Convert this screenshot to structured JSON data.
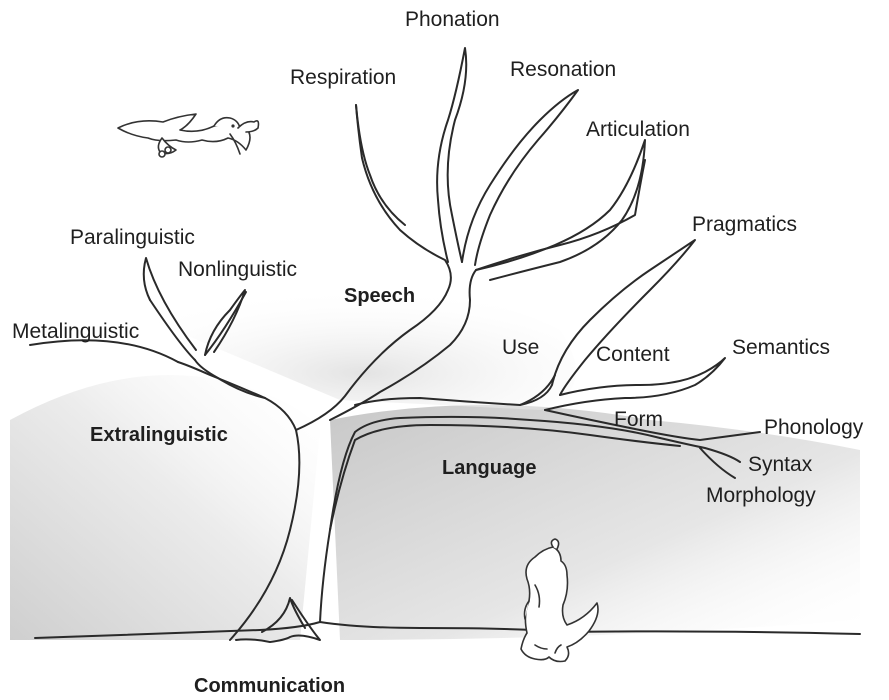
{
  "diagram": {
    "labels": {
      "communication": "Communication",
      "extralinguistic": "Extralinguistic",
      "speech": "Speech",
      "language": "Language",
      "paralinguistic": "Paralinguistic",
      "nonlinguistic": "Nonlinguistic",
      "metalinguistic": "Metalinguistic",
      "respiration": "Respiration",
      "phonation": "Phonation",
      "resonation": "Resonation",
      "articulation": "Articulation",
      "pragmatics": "Pragmatics",
      "use": "Use",
      "content": "Content",
      "semantics": "Semantics",
      "form": "Form",
      "phonology": "Phonology",
      "syntax": "Syntax",
      "morphology": "Morphology"
    },
    "illustrations": {
      "bird": "bird-icon",
      "dog": "howling-dog-icon"
    },
    "colors": {
      "line": "#2a2a2a",
      "shade_dark": "#cfcfcf",
      "background": "#ffffff"
    }
  }
}
